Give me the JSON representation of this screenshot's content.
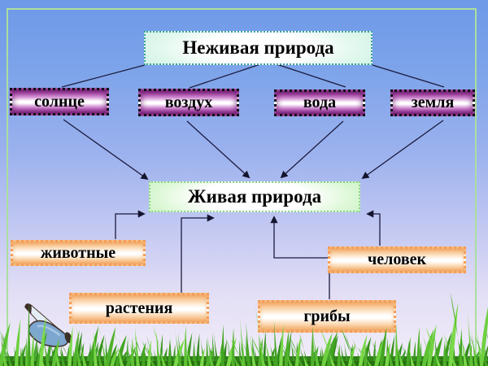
{
  "slide": {
    "nodes": {
      "root": {
        "label": "Неживая природа"
      },
      "sun": {
        "label": "солнце"
      },
      "air": {
        "label": "воздух"
      },
      "water": {
        "label": "вода"
      },
      "earth": {
        "label": "земля"
      },
      "living": {
        "label": "Живая природа"
      },
      "animals": {
        "label": "животные"
      },
      "plants": {
        "label": "растения"
      },
      "mushrooms": {
        "label": "грибы"
      },
      "human": {
        "label": "человек"
      }
    },
    "edges": [
      {
        "from": "root",
        "to": "sun",
        "style": "line"
      },
      {
        "from": "root",
        "to": "air",
        "style": "line"
      },
      {
        "from": "root",
        "to": "water",
        "style": "line"
      },
      {
        "from": "root",
        "to": "earth",
        "style": "line"
      },
      {
        "from": "sun",
        "to": "living",
        "style": "arrow"
      },
      {
        "from": "air",
        "to": "living",
        "style": "arrow"
      },
      {
        "from": "water",
        "to": "living",
        "style": "arrow"
      },
      {
        "from": "earth",
        "to": "living",
        "style": "arrow"
      },
      {
        "from": "animals",
        "to": "living",
        "style": "elbow-arrow"
      },
      {
        "from": "plants",
        "to": "living",
        "style": "elbow-arrow"
      },
      {
        "from": "mushrooms",
        "to": "living",
        "style": "elbow-arrow"
      },
      {
        "from": "human",
        "to": "living",
        "style": "elbow-arrow"
      }
    ],
    "decorations": [
      "green-frame",
      "grass-image",
      "butterfly-image"
    ],
    "colors": {
      "sky_top": "#6d99e8",
      "sky_bottom": "#f3eef9",
      "frame": "#abdf9e",
      "inanimate_box": "#8a2e8a",
      "living_item_box": "#f3ae6d",
      "root_box_edge": "#c4efdd",
      "living_box_edge": "#bdeeb2",
      "connector": "#1b1b3e",
      "grass": "#4fb02a",
      "text": "#000000"
    }
  }
}
